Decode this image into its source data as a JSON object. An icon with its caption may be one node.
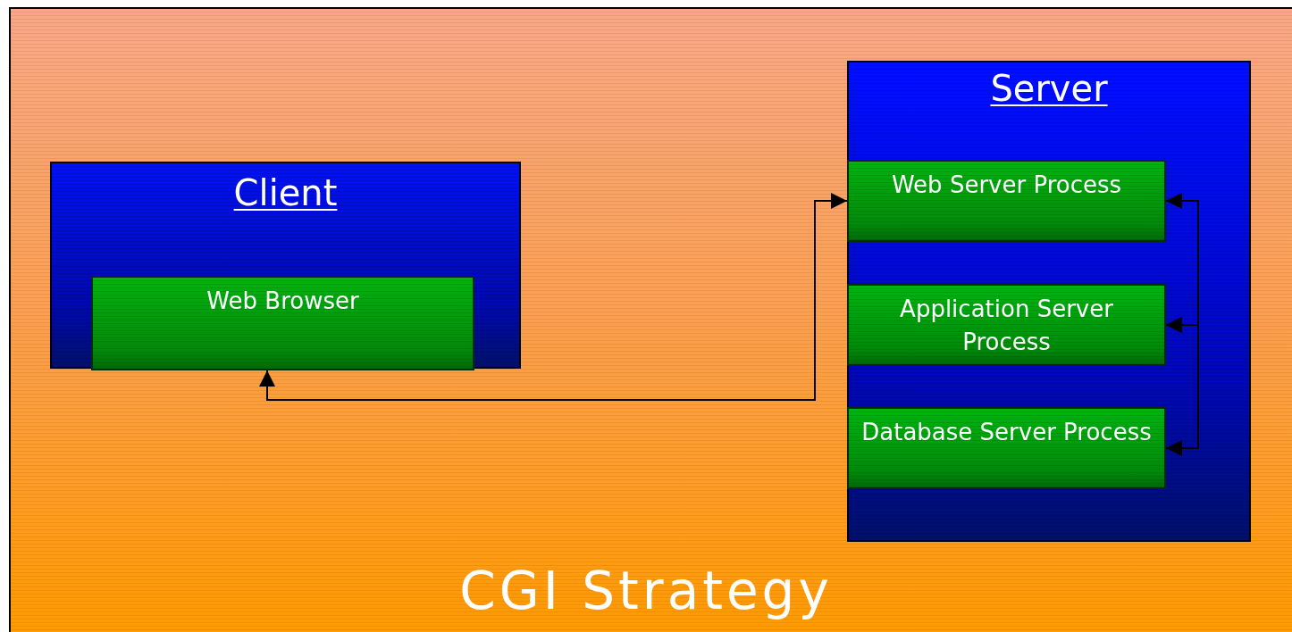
{
  "diagram": {
    "title": "CGI Strategy",
    "nodes": [
      {
        "text": [
          "Client"
        ]
      },
      {
        "text": [
          "Web Browser"
        ],
        "in": 0
      },
      {
        "text": [
          "Server"
        ]
      },
      {
        "text": [
          "Web Server Process"
        ],
        "in": 2
      },
      {
        "text": [
          "Application Server Process"
        ],
        "in": 2
      },
      {
        "text": [
          "Database Server Process"
        ],
        "in": 2
      }
    ],
    "edges": [
      {
        "from": 1,
        "to": 3,
        "arrow": "both"
      },
      {
        "from": 3,
        "to": 4,
        "arrow": "both"
      },
      {
        "from": 4,
        "to": 5,
        "arrow": "both"
      }
    ]
  }
}
